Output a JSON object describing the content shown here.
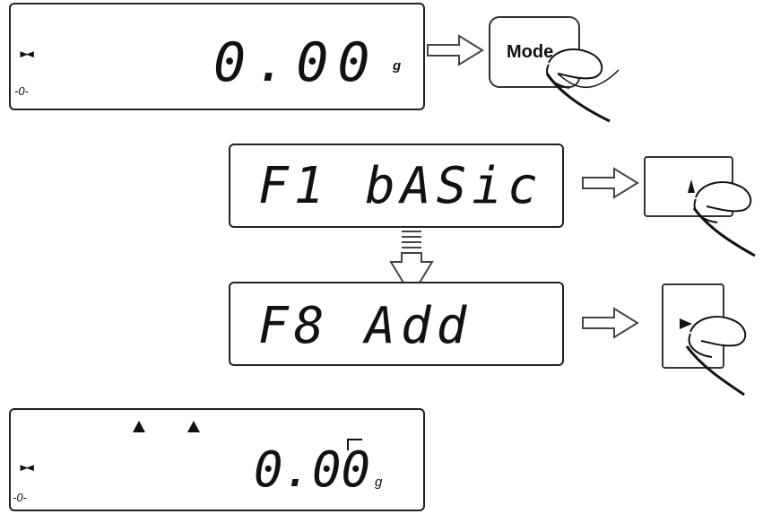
{
  "display1": {
    "readout": "0.00",
    "unit": "g",
    "zero": "-0-",
    "stable": "▶◀"
  },
  "button_mode": {
    "label": "Mode"
  },
  "display2": {
    "text": "F1 bASic"
  },
  "display3": {
    "text": "F8 Add"
  },
  "display4": {
    "readout": "0.00",
    "unit": "g",
    "zero": "-0-",
    "stable": "▶◀"
  },
  "icons": {
    "up_key": "up-triangle-icon",
    "right_key": "right-triangle-icon"
  }
}
